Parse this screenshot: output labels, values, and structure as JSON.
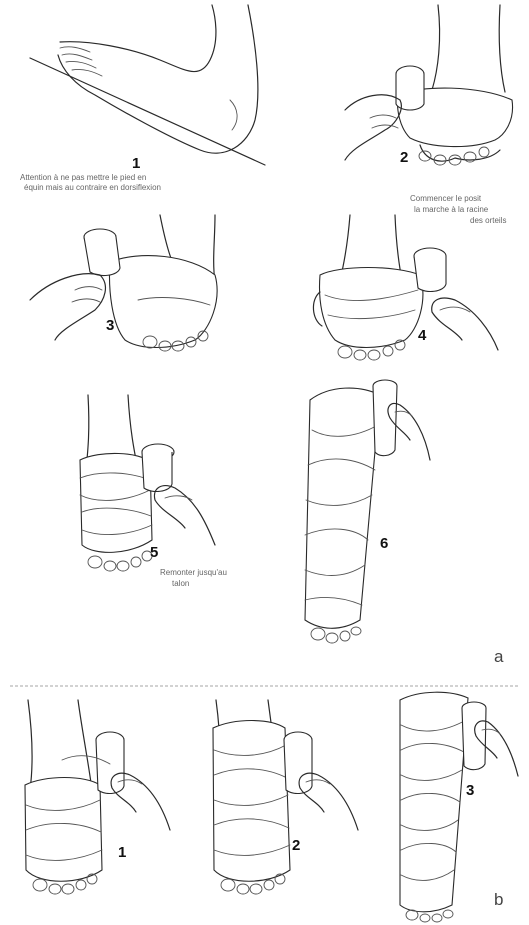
{
  "panel_a": {
    "steps": [
      {
        "number": "1",
        "caption": [
          "Attention à ne pas mettre le pied en",
          "équin mais au contraire en dorsiflexion"
        ]
      },
      {
        "number": "2",
        "caption": [
          "Commencer le posit",
          "la marche à la racine",
          "des orteils"
        ]
      },
      {
        "number": "3",
        "caption": []
      },
      {
        "number": "4",
        "caption": []
      },
      {
        "number": "5",
        "caption": [
          "Remonter jusqu'au",
          "talon"
        ]
      },
      {
        "number": "6",
        "caption": []
      }
    ],
    "label": "a"
  },
  "panel_b": {
    "steps": [
      {
        "number": "1"
      },
      {
        "number": "2"
      },
      {
        "number": "3"
      }
    ],
    "label": "b"
  }
}
